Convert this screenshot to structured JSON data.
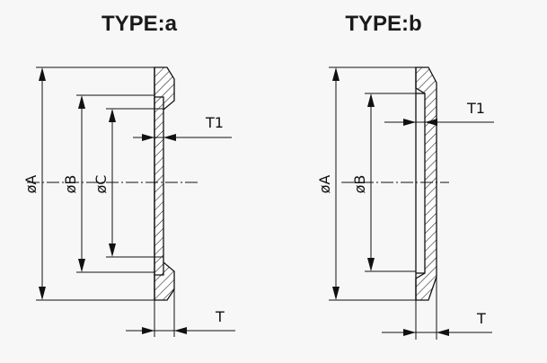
{
  "diagram_a": {
    "title": "TYPE:a",
    "labels": {
      "A": "øA",
      "B": "øB",
      "C": "øC",
      "T1": "T1",
      "T": "T"
    }
  },
  "diagram_b": {
    "title": "TYPE:b",
    "labels": {
      "A": "øA",
      "B": "øB",
      "T1": "T1",
      "T": "T"
    }
  },
  "colors": {
    "ink": "#111111",
    "background": "#f7f7f7"
  }
}
